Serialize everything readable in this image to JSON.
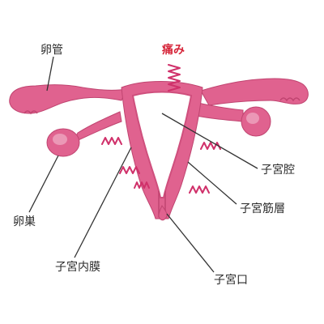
{
  "labels": {
    "oviduct": "卵管",
    "ovary": "卵巣",
    "endometrium": "子宮内膜",
    "uterine_cavity": "子宮腔",
    "myometrium": "子宮筋層",
    "cervix_opening": "子宮口",
    "pain": "痛み"
  },
  "colors": {
    "organ_fill": "#e0628f",
    "organ_edge": "#c04470",
    "cavity": "#ffffff",
    "wall": "#cf4f7d",
    "squiggle": "#d0306a",
    "pain_text": "#d6263a"
  },
  "icons": {
    "pain_marks": "zigzag-pain-icon",
    "blood_drop": "drop-icon"
  }
}
